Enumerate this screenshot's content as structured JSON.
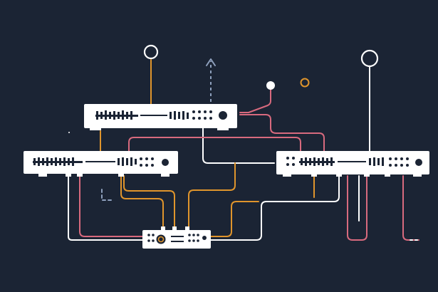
{
  "canvas": {
    "background": "#1b2434"
  },
  "colors": {
    "white": "#ffffff",
    "orange": "#e0952c",
    "pink": "#d86a7e",
    "slate": "#8ea0bd",
    "panel": "#1b2434"
  },
  "devices": [
    {
      "id": "top-rack-unit",
      "kind": "rack-unit"
    },
    {
      "id": "left-rack-unit",
      "kind": "rack-unit"
    },
    {
      "id": "right-rack-unit",
      "kind": "rack-unit"
    },
    {
      "id": "bottom-hub",
      "kind": "hub"
    }
  ],
  "antennas": [
    {
      "id": "antenna-left",
      "icon": "ring-antenna",
      "wire_color": "orange"
    },
    {
      "id": "antenna-right",
      "icon": "ring-antenna",
      "wire_color": "white"
    }
  ],
  "markers": [
    {
      "id": "up-arrow",
      "icon": "dashed-arrow-up-icon"
    },
    {
      "id": "white-dot",
      "icon": "filled-circle-icon"
    },
    {
      "id": "orange-ring",
      "icon": "ring-icon"
    }
  ]
}
